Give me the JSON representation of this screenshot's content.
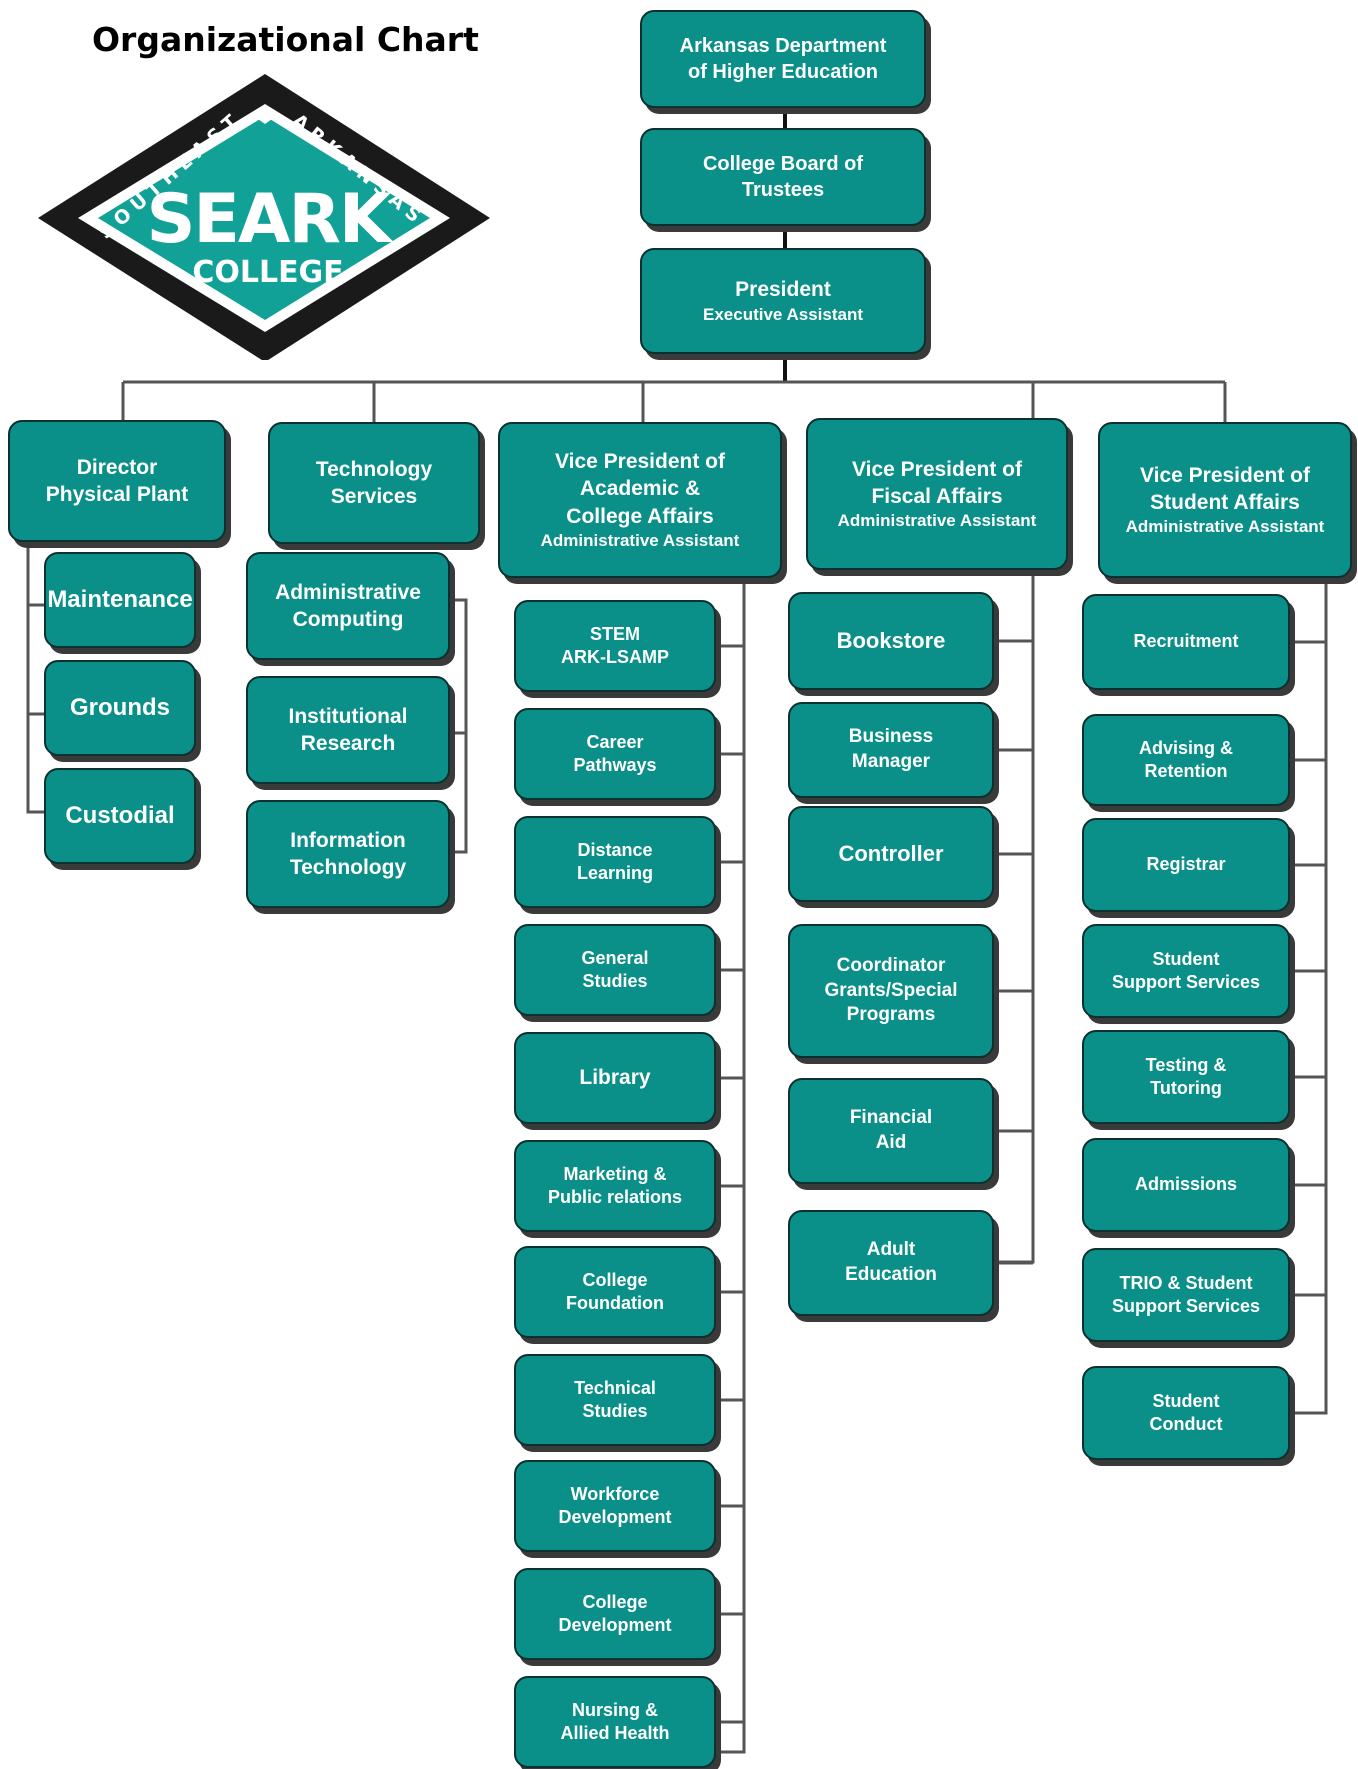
{
  "title": "Organizational Chart",
  "colors": {
    "box_fill": "#0b8f89",
    "box_border": "#0a302f",
    "line": "#555555",
    "logo_teal": "#12a197"
  },
  "logo": {
    "arc_text": "SOUTHEAST ARKANSAS",
    "main": "SEARK",
    "sub": "COLLEGE"
  },
  "nodes": {
    "adhe": [
      "Arkansas Department",
      "of Higher Education"
    ],
    "board": [
      "College Board of",
      "Trustees"
    ],
    "president": {
      "title": "President",
      "sub": "Executive Assistant"
    },
    "director": [
      "Director",
      "Physical Plant"
    ],
    "tech": [
      "Technology",
      "Services"
    ],
    "vp_academic": {
      "title": [
        "Vice President of",
        "Academic &",
        "College Affairs"
      ],
      "sub": "Administrative Assistant"
    },
    "vp_fiscal": {
      "title": [
        "Vice President of",
        "Fiscal Affairs"
      ],
      "sub": "Administrative Assistant"
    },
    "vp_student": {
      "title": [
        "Vice President of",
        "Student Affairs"
      ],
      "sub": "Administrative Assistant"
    }
  },
  "units": {
    "physical_plant": [
      [
        "Maintenance"
      ],
      [
        "Grounds"
      ],
      [
        "Custodial"
      ]
    ],
    "technology": [
      [
        "Administrative",
        "Computing"
      ],
      [
        "Institutional",
        "Research"
      ],
      [
        "Information",
        "Technology"
      ]
    ],
    "academic": [
      [
        "STEM",
        "ARK-LSAMP"
      ],
      [
        "Career",
        "Pathways"
      ],
      [
        "Distance",
        "Learning"
      ],
      [
        "General",
        "Studies"
      ],
      [
        "Library"
      ],
      [
        "Marketing &",
        "Public relations"
      ],
      [
        "College",
        "Foundation"
      ],
      [
        "Technical",
        "Studies"
      ],
      [
        "Workforce",
        "Development"
      ],
      [
        "College",
        "Development"
      ],
      [
        "Nursing &",
        "Allied Health"
      ]
    ],
    "fiscal": [
      [
        "Bookstore"
      ],
      [
        "Business",
        "Manager"
      ],
      [
        "Controller"
      ],
      [
        "Coordinator",
        "Grants/Special",
        "Programs"
      ],
      [
        "Financial",
        "Aid"
      ],
      [
        "Adult",
        "Education"
      ]
    ],
    "student": [
      [
        "Recruitment"
      ],
      [
        "Advising &",
        "Retention"
      ],
      [
        "Registrar"
      ],
      [
        "Student",
        "Support Services"
      ],
      [
        "Testing &",
        "Tutoring"
      ],
      [
        "Admissions"
      ],
      [
        "TRIO & Student",
        "Support Services"
      ],
      [
        "Student",
        "Conduct"
      ]
    ]
  }
}
